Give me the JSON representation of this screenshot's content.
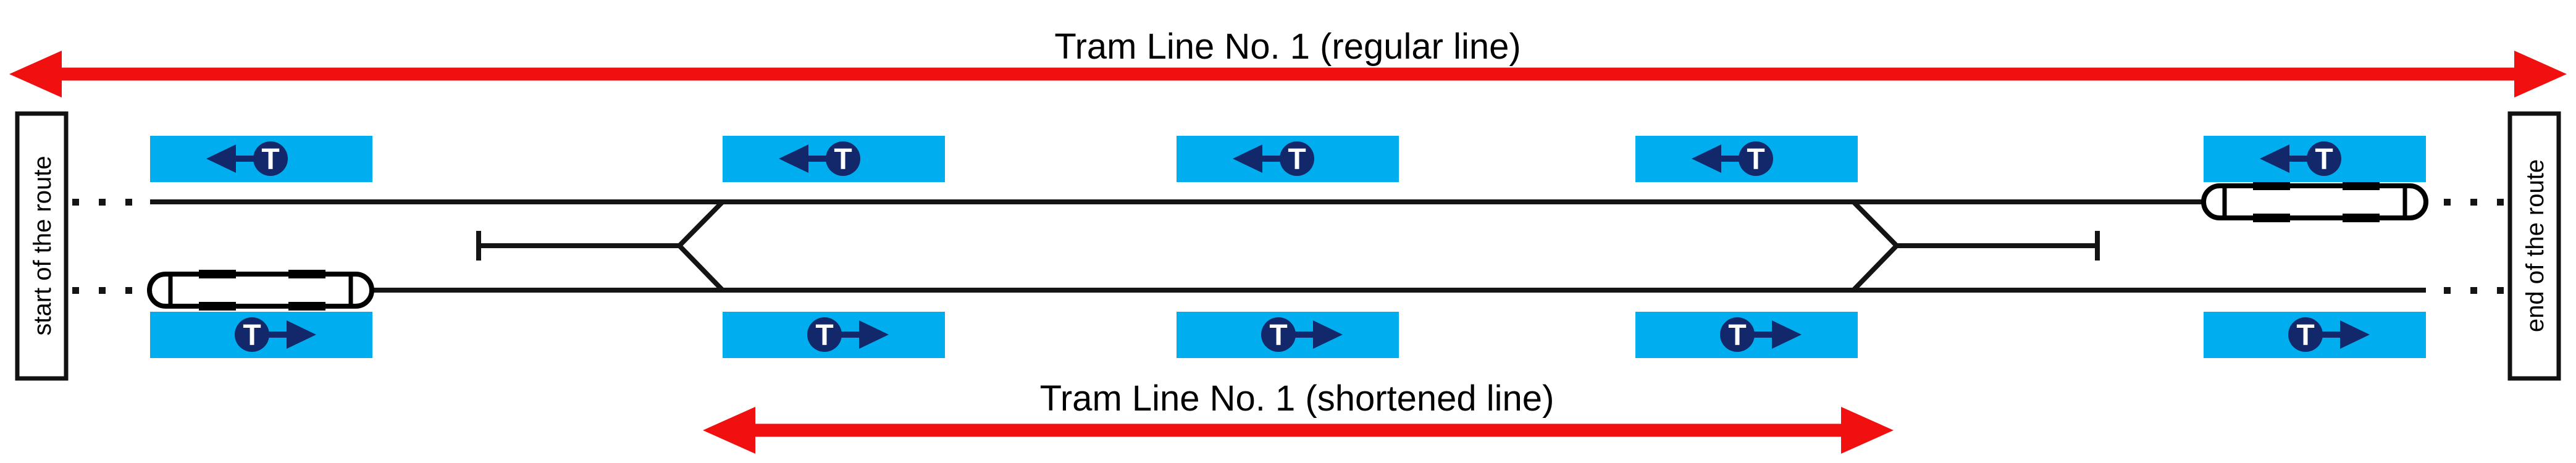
{
  "diagram": {
    "kind": "tram-line-scheme",
    "labels": {
      "regular_line": "Tram Line No. 1 (regular line)",
      "shortened_line": "Tram Line No. 1 (shortened line)",
      "route_start": "start of the route",
      "route_end": "end of the route"
    },
    "stop_icon": {
      "letter": "T",
      "top_row_direction": "left",
      "bottom_row_direction": "right"
    },
    "stations": {
      "count_per_row": 5,
      "rows": 2
    },
    "trams": {
      "count": 2,
      "positions": [
        "bottom track at first station heading right",
        "top track at last station heading left"
      ]
    },
    "colors": {
      "platform_blue": "#00AEEF",
      "navy": "#12286B",
      "arrow_red": "#F01010",
      "track": "#141414",
      "text": "#000000",
      "paper": "#FFFFFF"
    }
  }
}
